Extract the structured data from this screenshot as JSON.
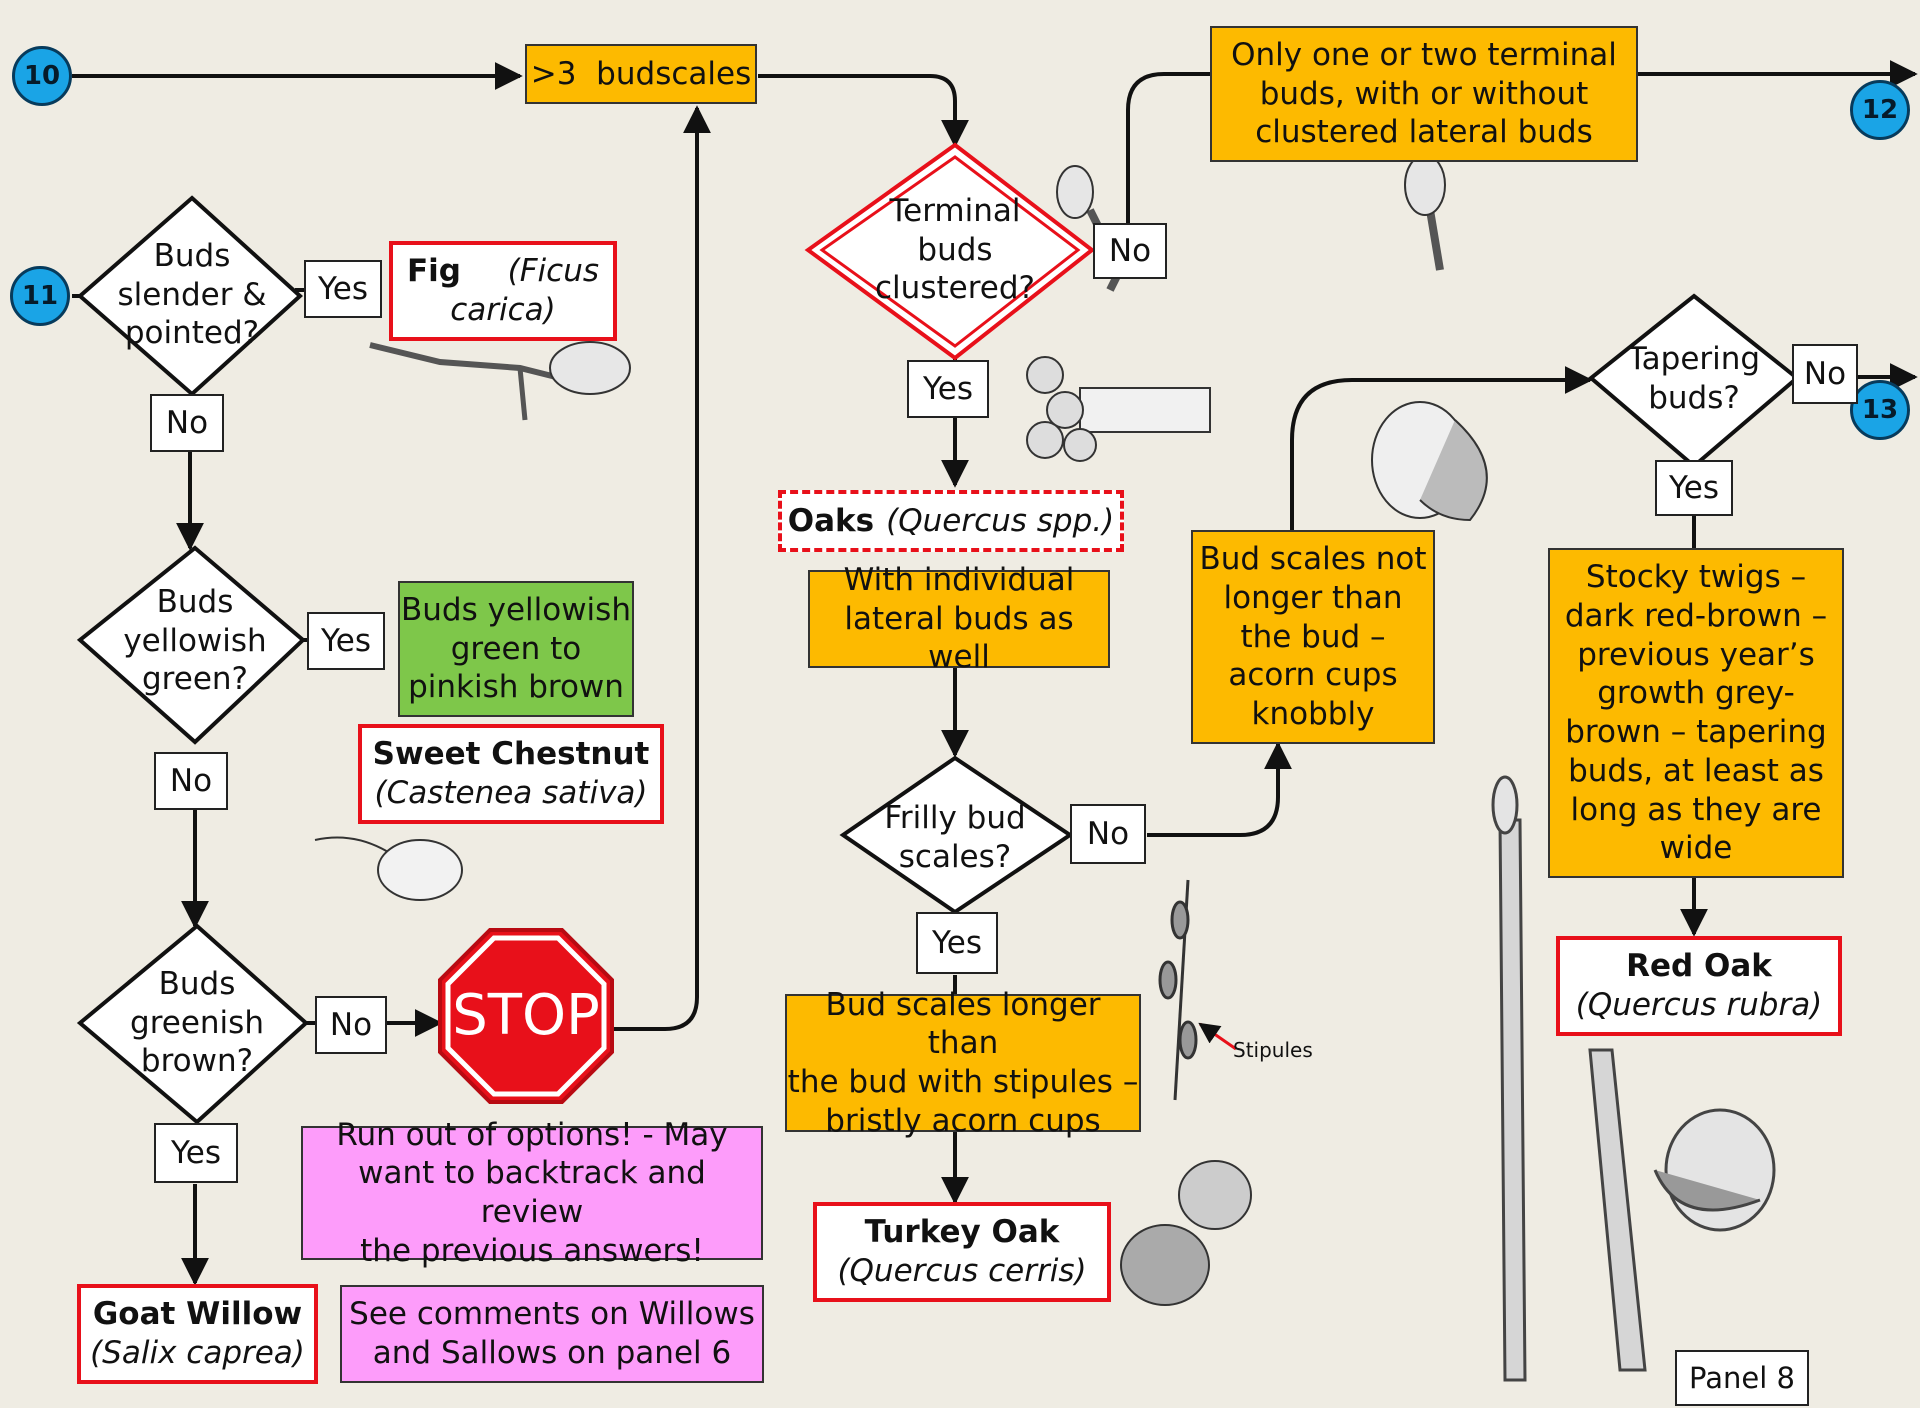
{
  "connectors": {
    "c10": "10",
    "c11": "11",
    "c12": "12",
    "c13": "13"
  },
  "top": {
    "budscales": ">3  budscales"
  },
  "left": {
    "q1": [
      "Buds",
      "slender &",
      "pointed?"
    ],
    "q2": [
      "Buds",
      "yellowish",
      "green?"
    ],
    "q3": [
      "Buds",
      "greenish",
      "brown?"
    ],
    "yes1": "Yes",
    "no1": "No",
    "yes2": "Yes",
    "no2": "No",
    "no3": "No",
    "yes3": "Yes",
    "fig_name": "Fig",
    "fig_latin_a": "(Ficus",
    "fig_latin_b": "carica)",
    "green_box": [
      "Buds yellowish",
      "green to",
      "pinkish brown"
    ],
    "chestnut_name": "Sweet Chestnut",
    "chestnut_latin": "(Castenea sativa)",
    "stop": "STOP",
    "run_out": [
      "Run out of options! - May",
      "want to backtrack and review",
      "the previous answers!"
    ],
    "willow_name": "Goat Willow",
    "willow_latin": "(Salix caprea)",
    "see_comments": [
      "See comments on Willows",
      "and Sallows on panel 6"
    ]
  },
  "middle": {
    "q_terminal": [
      "Terminal",
      "buds",
      "clustered?"
    ],
    "no_terminal": "No",
    "yes_terminal": "Yes",
    "oaks_name": "Oaks",
    "oaks_latin": "(Quercus spp.)",
    "lateral": [
      "With individual",
      "lateral buds as well"
    ],
    "q_frilly": [
      "Frilly bud",
      "scales?"
    ],
    "no_frilly": "No",
    "yes_frilly": "Yes",
    "bristly": [
      "Bud scales longer than",
      "the bud with stipules –",
      "bristly acorn cups"
    ],
    "turkey_name": "Turkey Oak",
    "turkey_latin": "(Quercus cerris)",
    "stipules": "Stipules"
  },
  "right": {
    "only_one": [
      "Only one or two terminal",
      "buds, with or without",
      "clustered lateral buds"
    ],
    "not_longer": [
      "Bud scales not",
      "longer than",
      "the bud –",
      "acorn cups",
      "knobbly"
    ],
    "q_tapering": [
      "Tapering",
      "buds?"
    ],
    "no_tapering": "No",
    "yes_tapering": "Yes",
    "stocky": [
      "Stocky twigs –",
      "dark red-brown –",
      "previous year’s",
      "growth grey-",
      "brown – tapering",
      "buds, at least as",
      "long  as they are",
      "wide"
    ],
    "redoak_name": "Red Oak",
    "redoak_latin": "(Quercus rubra)",
    "panel": "Panel 8"
  }
}
